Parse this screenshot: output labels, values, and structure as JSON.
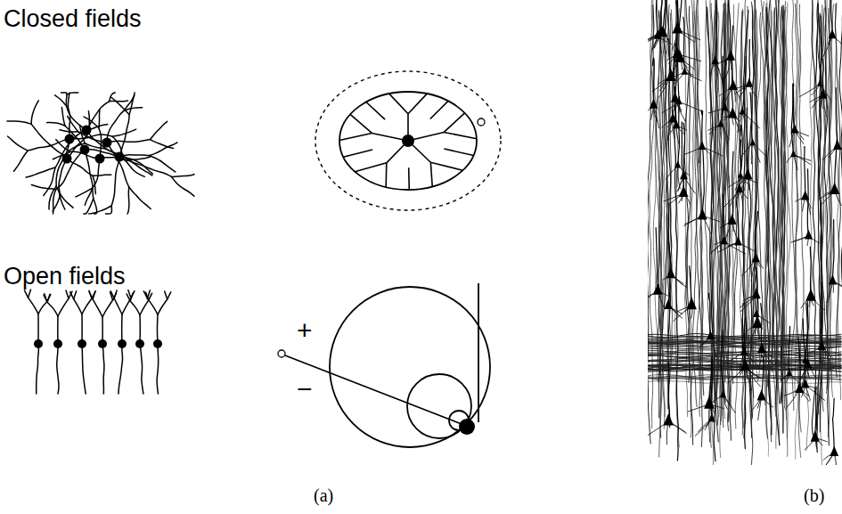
{
  "diagram": {
    "labels": [
      "Closed fields",
      "Open fields",
      "+",
      "−",
      "(a)",
      "(b)"
    ]
  }
}
